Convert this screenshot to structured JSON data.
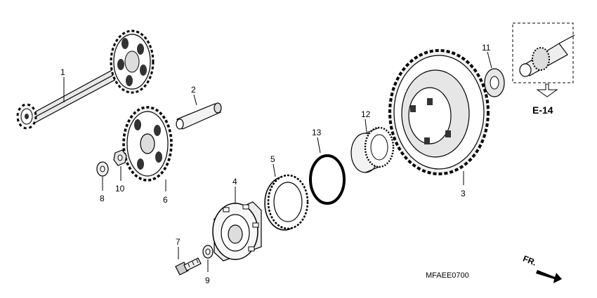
{
  "callouts": {
    "p1": "1",
    "p2": "2",
    "p3": "3",
    "p4": "4",
    "p5": "5",
    "p6": "6",
    "p7": "7",
    "p8": "8",
    "p9": "9",
    "p10": "10",
    "p11": "11",
    "p12": "12",
    "p13": "13"
  },
  "reference": "E-14",
  "diagram_code": "MFAEE0700",
  "front_marker": "FR."
}
